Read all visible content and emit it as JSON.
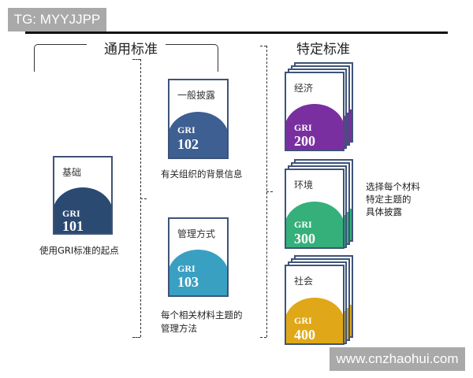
{
  "watermarks": {
    "top_left": "TG: MYYJJPP",
    "bottom_right": "www.cnzhaohui.com"
  },
  "headings": {
    "universal": "通用标准",
    "topic_specific": "特定标准"
  },
  "universal_standards": [
    {
      "title": "基础",
      "gri_label": "GRI",
      "number": "101",
      "color": "#2b4a72",
      "caption": "使用GRI标准的起点"
    },
    {
      "title": "一般披露",
      "gri_label": "GRI",
      "number": "102",
      "color": "#3d5f92",
      "caption": "有关组织的背景信息"
    },
    {
      "title": "管理方式",
      "gri_label": "GRI",
      "number": "103",
      "color": "#3aa0c2",
      "caption_line1": "每个相关材料主题的",
      "caption_line2": "管理方法"
    }
  ],
  "topic_standards": [
    {
      "title": "经济",
      "gri_label": "GRI",
      "number": "200",
      "color": "#7a2fa0"
    },
    {
      "title": "环境",
      "gri_label": "GRI",
      "number": "300",
      "color": "#35b07a"
    },
    {
      "title": "社会",
      "gri_label": "GRI",
      "number": "400",
      "color": "#e0a818"
    }
  ],
  "topic_caption": {
    "line1": "选择每个材料",
    "line2": "特定主题的",
    "line3": "具体披露"
  }
}
